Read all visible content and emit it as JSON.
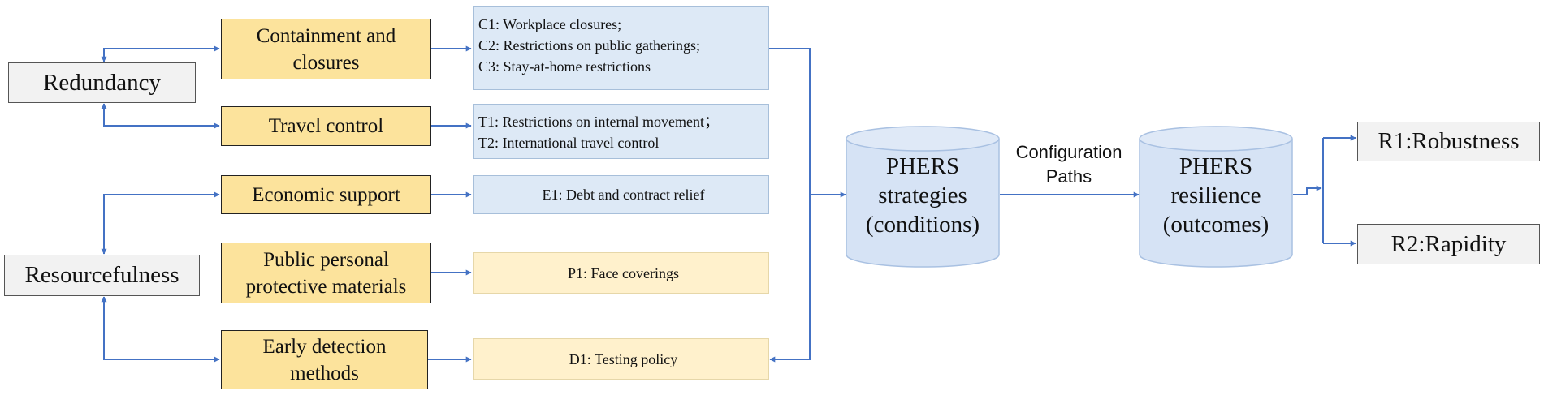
{
  "diagram": {
    "capabilities": {
      "redundancy": "Redundancy",
      "resourcefulness": "Resourcefulness"
    },
    "categories": [
      {
        "lines": [
          "Containment and",
          "closures"
        ]
      },
      {
        "lines": [
          "Travel control"
        ]
      },
      {
        "lines": [
          "Economic support"
        ]
      },
      {
        "lines": [
          "Public personal",
          "protective materials"
        ]
      },
      {
        "lines": [
          "Early detection",
          "methods"
        ]
      }
    ],
    "details": [
      {
        "lines": [
          "C1: Workplace closures;",
          "C2: Restrictions on public gatherings;",
          "C3: Stay-at-home restrictions"
        ]
      },
      {
        "lines": [
          "T1: Restrictions on internal movement；",
          "T2: International travel control"
        ]
      },
      {
        "lines": [
          "E1: Debt and contract relief"
        ]
      },
      {
        "lines": [
          "P1: Face coverings"
        ]
      },
      {
        "lines": [
          "D1: Testing policy"
        ]
      }
    ],
    "strategies": {
      "lines": [
        "PHERS",
        "strategies",
        "(conditions)"
      ]
    },
    "edge_label": {
      "lines": [
        "Configuration",
        "Paths"
      ]
    },
    "resilience": {
      "lines": [
        "PHERS",
        "resilience",
        "(outcomes)"
      ]
    },
    "outcomes": {
      "r1": "R1:Robustness",
      "r2": "R2:Rapidity"
    },
    "colors": {
      "connector": "#4472c4",
      "category_fill": "#fce39c",
      "detail_blue": "#dde9f6",
      "detail_cream": "#fff1cc",
      "cylinder": "#d6e3f5",
      "capability_fill": "#f2f2f2"
    }
  }
}
